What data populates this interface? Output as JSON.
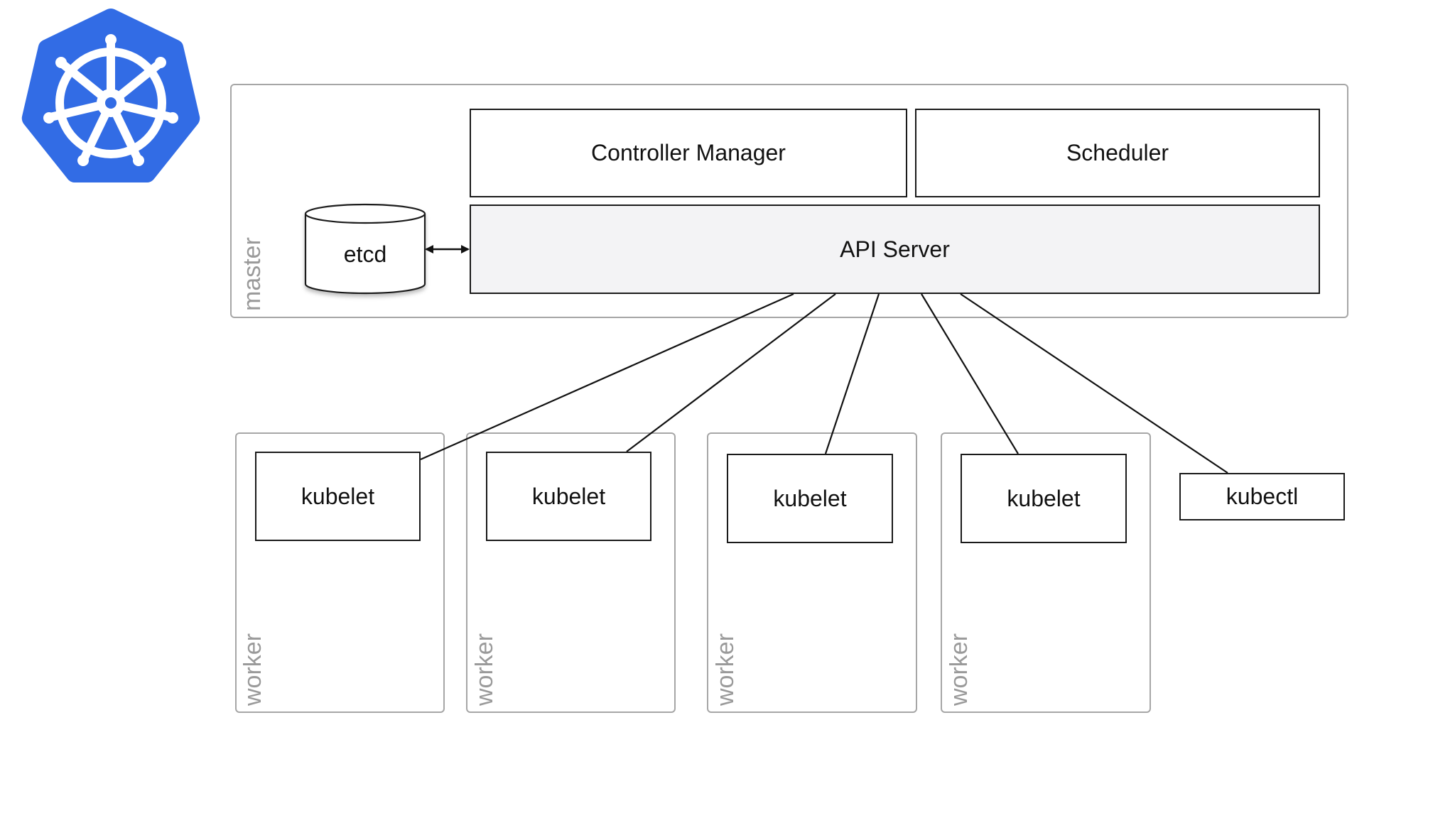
{
  "diagram": {
    "master": {
      "label": "master",
      "controller_manager": "Controller Manager",
      "scheduler": "Scheduler",
      "api_server": "API Server",
      "etcd": "etcd"
    },
    "workers": [
      {
        "label": "worker",
        "kubelet": "kubelet"
      },
      {
        "label": "worker",
        "kubelet": "kubelet"
      },
      {
        "label": "worker",
        "kubelet": "kubelet"
      },
      {
        "label": "worker",
        "kubelet": "kubelet"
      }
    ],
    "kubectl": "kubectl",
    "colors": {
      "logo_blue": "#326CE5",
      "box_border": "#1a1a1a",
      "node_border": "#a6a6a6",
      "api_fill": "#f3f3f5",
      "label_gray": "#9a9a9a"
    }
  }
}
